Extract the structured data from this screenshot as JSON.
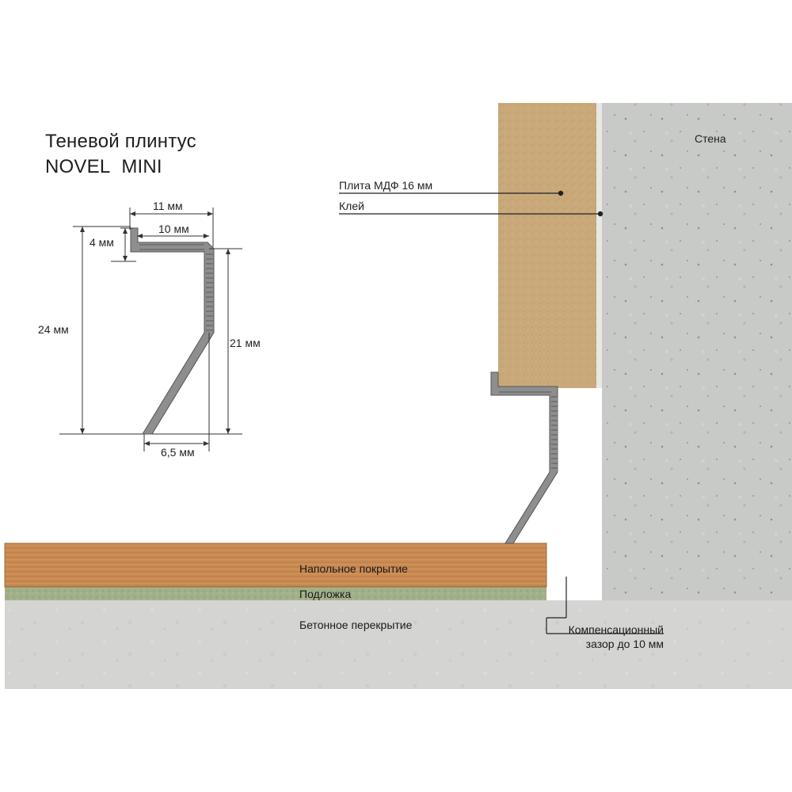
{
  "title": {
    "line1": "Теневой плинтус",
    "line2": "NOVEL  MINI"
  },
  "profile_dimensions": {
    "width_total": "11 мм",
    "width_inner": "10 мм",
    "lip_height": "4 мм",
    "height_total": "24 мм",
    "height_inner": "21 мм",
    "bottom_offset": "6,5 мм"
  },
  "callouts": {
    "mdf": "Плита МДФ  16 мм",
    "glue": "Клей",
    "wall": "Стена"
  },
  "layers": {
    "floor_covering": "Напольное покрытие",
    "underlay": "Подложка",
    "concrete_slab": "Бетонное перекрытие"
  },
  "gap_note": {
    "line1": "Компенсационный",
    "line2": "зазор до 10 мм"
  },
  "colors": {
    "wall": "#c9cac8",
    "concrete_floor": "#d3d4d2",
    "mdf": "#c9a87a",
    "wood_floor": "#c88a52",
    "underlay": "#9fae86",
    "profile": "#8e8e8e",
    "dimension_line": "#333333"
  }
}
